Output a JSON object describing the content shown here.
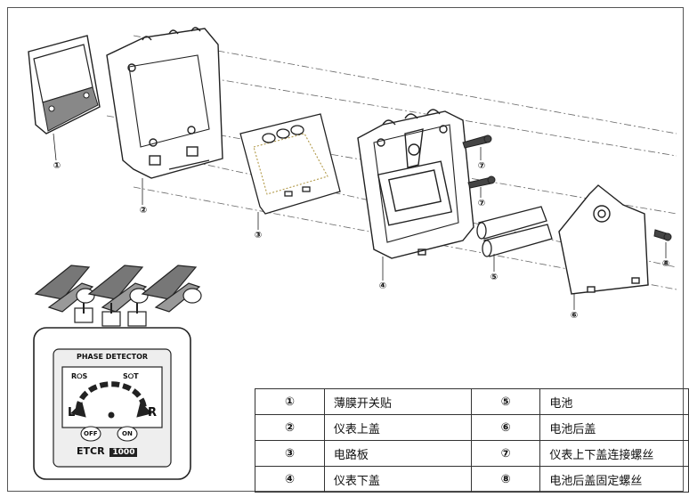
{
  "callouts": [
    "①",
    "②",
    "③",
    "④",
    "⑤",
    "⑦",
    "⑦",
    "⑥",
    "⑧"
  ],
  "device": {
    "title": "PHASE DETECTOR",
    "left_label": "R⭘S",
    "right_label": "S⭘T",
    "dir_left": "L",
    "dir_right": "R",
    "off_label": "OFF",
    "on_label": "ON",
    "brand": "ETCR",
    "model": "1000"
  },
  "parts_table": {
    "rows": [
      {
        "n1": "①",
        "name1": "薄膜开关贴",
        "n2": "⑤",
        "name2": "电池"
      },
      {
        "n1": "②",
        "name1": "仪表上盖",
        "n2": "⑥",
        "name2": "电池后盖"
      },
      {
        "n1": "③",
        "name1": "电路板",
        "n2": "⑦",
        "name2": "仪表上下盖连接螺丝"
      },
      {
        "n1": "④",
        "name1": "仪表下盖",
        "n2": "⑧",
        "name2": "电池后盖固定螺丝"
      }
    ]
  }
}
